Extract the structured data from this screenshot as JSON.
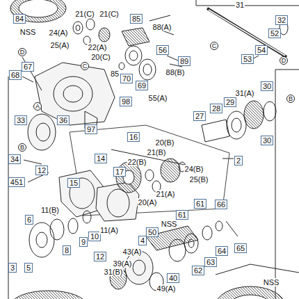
{
  "diagram": {
    "labels": [
      "84",
      "NSS",
      "21(C)",
      "21(C)",
      "85",
      "88(A)",
      "24(A)",
      "25(A)",
      "22(A)",
      "20(C)",
      "56",
      "89",
      "88(B)",
      "85",
      "70",
      "69",
      "55(A)",
      "98",
      "97",
      "C",
      "D",
      "68",
      "67",
      "A",
      "36",
      "33",
      "B",
      "34",
      "12",
      "451",
      "11(B)",
      "6",
      "8",
      "9",
      "10",
      "3",
      "5",
      "16",
      "14",
      "17",
      "15",
      "20(B)",
      "21(B)",
      "22(B)",
      "24(B)",
      "25(B)",
      "21(A)",
      "20(A)",
      "11(A)",
      "2",
      "27",
      "28",
      "29",
      "31(A)",
      "30",
      "B",
      "30",
      "31",
      "32",
      "52",
      "C",
      "54",
      "53",
      "D",
      "50",
      "NSS",
      "61",
      "61",
      "66",
      "64",
      "65",
      "63",
      "62",
      "12",
      "43(A)",
      "39(A)",
      "4",
      "31(B)",
      "40",
      "49(A)",
      "NSS"
    ]
  }
}
